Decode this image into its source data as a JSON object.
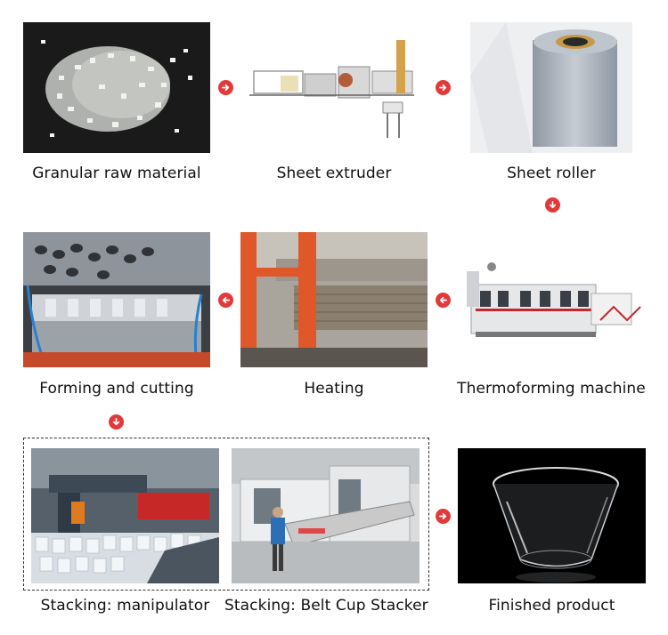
{
  "steps": {
    "granular_raw_material": "Granular raw material",
    "sheet_extruder": "Sheet extruder",
    "sheet_roller": "Sheet roller",
    "forming_and_cutting": "Forming and cutting",
    "heating": "Heating",
    "thermoforming_machine": "Thermoforming machine",
    "stacking_manipulator": "Stacking: manipulator",
    "stacking_belt_cup_stacker": "Stacking: Belt Cup Stacker",
    "finished_product": "Finished product"
  },
  "colors": {
    "arrow": "#e23a3a",
    "accent_orange": "#e0582a"
  },
  "icons": {
    "arrow_right": "arrow-right-icon",
    "arrow_left": "arrow-left-icon",
    "arrow_down": "arrow-down-icon"
  }
}
